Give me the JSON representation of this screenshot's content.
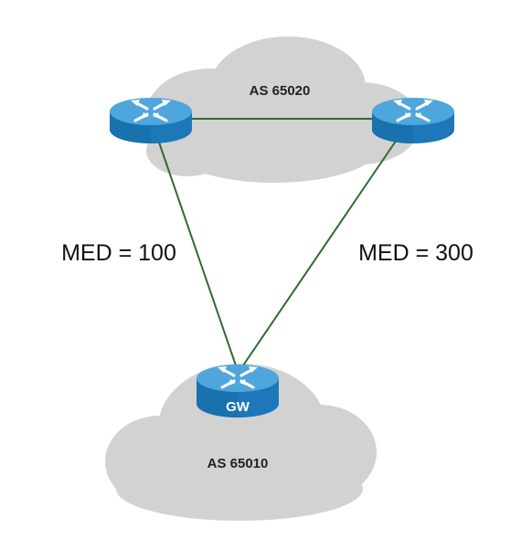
{
  "colors": {
    "cloud": "#d2d2d2",
    "link": "#2f6b2f",
    "router_top": "#4fa6dc",
    "router_side": "#1c78b9",
    "router_side_dark": "#15639b",
    "arrows": "#ffffff"
  },
  "clouds": {
    "top": {
      "label": "AS 65020"
    },
    "bottom": {
      "label": "AS 65010"
    }
  },
  "routers": {
    "left": {
      "label": "",
      "icon": "router-icon"
    },
    "right": {
      "label": "",
      "icon": "router-icon"
    },
    "gateway": {
      "label": "GW",
      "icon": "router-icon"
    }
  },
  "links": {
    "left_to_gw": {
      "label": "MED = 100"
    },
    "right_to_gw": {
      "label": "MED = 300"
    },
    "left_to_right": {
      "label": ""
    }
  }
}
